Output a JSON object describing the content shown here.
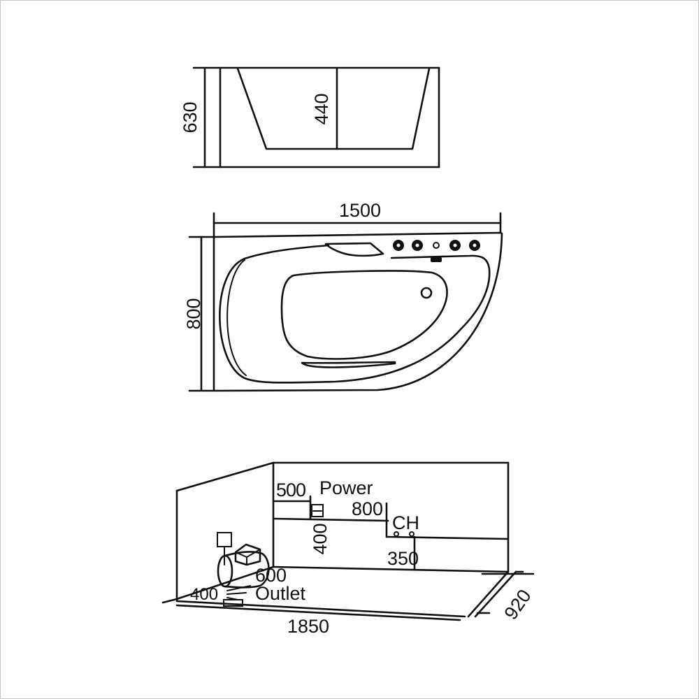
{
  "drawing": {
    "subject": "corner bathtub dimension drawing",
    "line_color": "#111111",
    "background": "#ffffff",
    "border_color": "#c8c8c8"
  },
  "side_view": {
    "total_height": "630",
    "inner_depth": "440"
  },
  "top_view": {
    "length": "1500",
    "width": "800",
    "controls": [
      {
        "name": "jet-control",
        "size": "large"
      },
      {
        "name": "jet-control",
        "size": "large"
      },
      {
        "name": "indicator",
        "size": "small"
      },
      {
        "name": "jet-control",
        "size": "large"
      },
      {
        "name": "jet-control",
        "size": "large"
      }
    ]
  },
  "installation_view": {
    "power_offset": "500",
    "power_label": "Power",
    "power_height": "400",
    "ch_offset": "800",
    "ch_label": "CH",
    "ch_height": "350",
    "outlet_height": "600",
    "outlet_offset": "400",
    "outlet_label": "Outlet",
    "floor_length": "1850",
    "floor_depth": "920"
  }
}
